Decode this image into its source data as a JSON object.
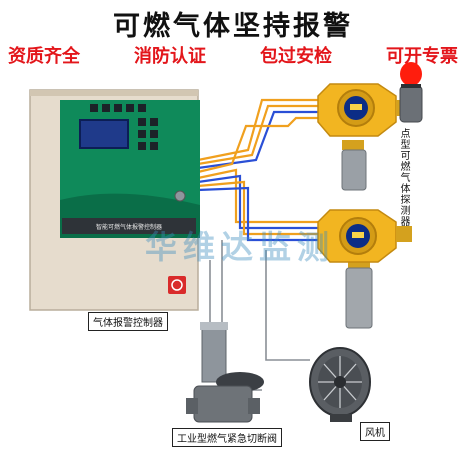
{
  "title": "可燃气体坚持报警",
  "slogans": [
    "资质齐全",
    "消防认证",
    "包过安检",
    "可开专票"
  ],
  "controller": {
    "label": "气体报警控制器",
    "panel_caption": "智能可燃气体报警控制器"
  },
  "detector_label": "点型可燃气体探测器",
  "valve_label": "工业型燃气紧急切断阀",
  "fan_label": "风机",
  "watermark": "华维达监测",
  "colors": {
    "wire_orange": "#f0a01e",
    "wire_blue": "#2a4fd6",
    "controller_green": "#0f8a5a",
    "detector_yellow": "#f2b521",
    "title_red": "#e3161b"
  }
}
